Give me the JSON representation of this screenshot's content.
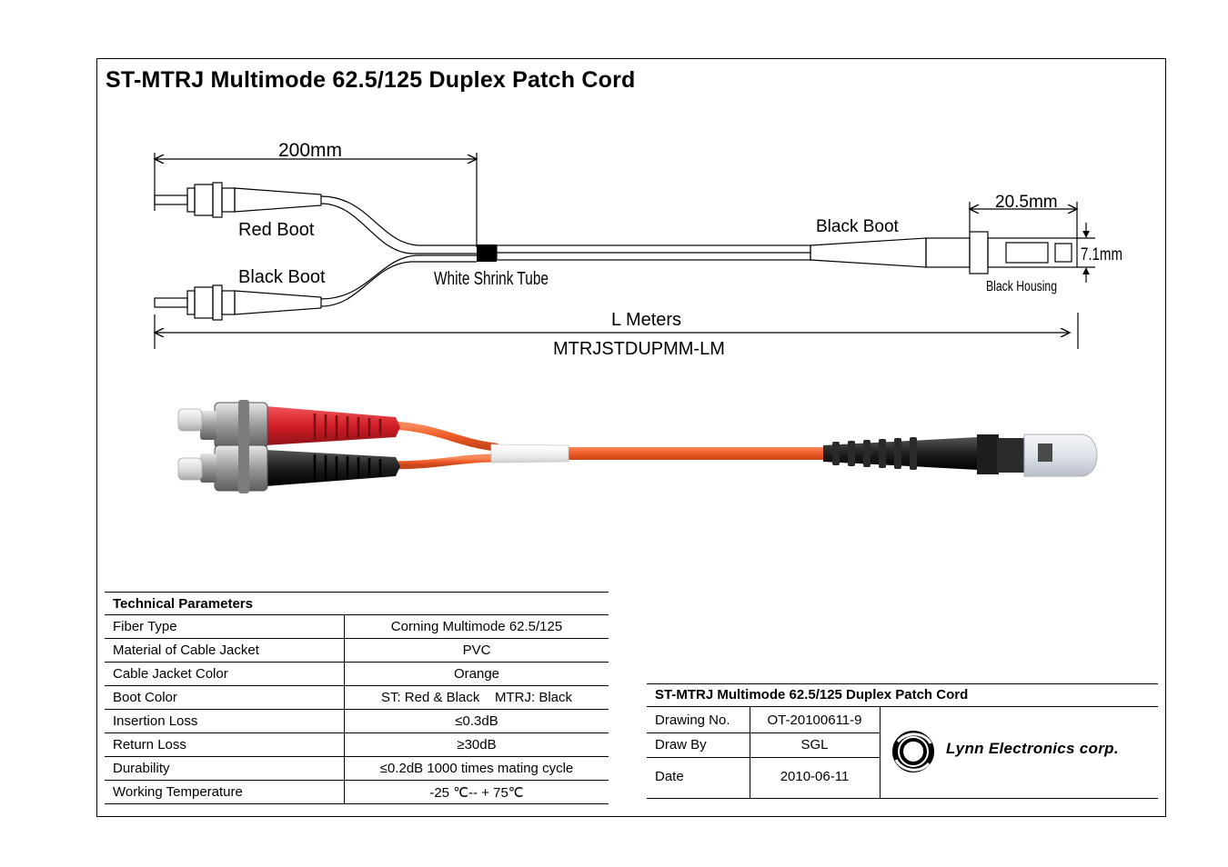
{
  "title": "ST-MTRJ Multimode 62.5/125 Duplex Patch Cord",
  "drawing": {
    "dim_breakout": "200mm",
    "dim_mtrj_length": "20.5mm",
    "dim_mtrj_height": "7.1mm",
    "label_red_boot": "Red Boot",
    "label_black_boot_st": "Black Boot",
    "label_white_shrink": "White Shrink Tube",
    "label_black_boot_mtrj": "Black Boot",
    "label_black_housing": "Black Housing",
    "label_length": "L Meters",
    "part_number": "MTRJSTDUPMM-LM"
  },
  "colors": {
    "cable": "#f05a28",
    "red_boot": "#d8232a",
    "black_boot": "#1a1a1a",
    "shrink": "#f4f4f4",
    "st_metal": "#9a9a9a"
  },
  "params": {
    "header": "Technical Parameters",
    "rows": [
      {
        "label": "Fiber Type",
        "value": "Corning Multimode 62.5/125"
      },
      {
        "label": "Material of Cable Jacket",
        "value": "PVC"
      },
      {
        "label": "Cable Jacket Color",
        "value": "Orange"
      },
      {
        "label": "Boot Color",
        "value": "ST: Red & Black    MTRJ: Black"
      },
      {
        "label": "Insertion Loss",
        "value": "≤0.3dB"
      },
      {
        "label": "Return Loss",
        "value": "≥30dB"
      },
      {
        "label": "Durability",
        "value": "≤0.2dB 1000 times mating cycle"
      },
      {
        "label": "Working Temperature",
        "value": "-25 ℃-- + 75℃"
      }
    ]
  },
  "titleblock": {
    "header": "ST-MTRJ Multimode 62.5/125 Duplex Patch Cord",
    "drawing_no_label": "Drawing No.",
    "drawing_no": "OT-20100611-9",
    "draw_by_label": "Draw By",
    "draw_by": "SGL",
    "date_label": "Date",
    "date": "2010-06-11",
    "company": "Lynn Electronics corp."
  }
}
